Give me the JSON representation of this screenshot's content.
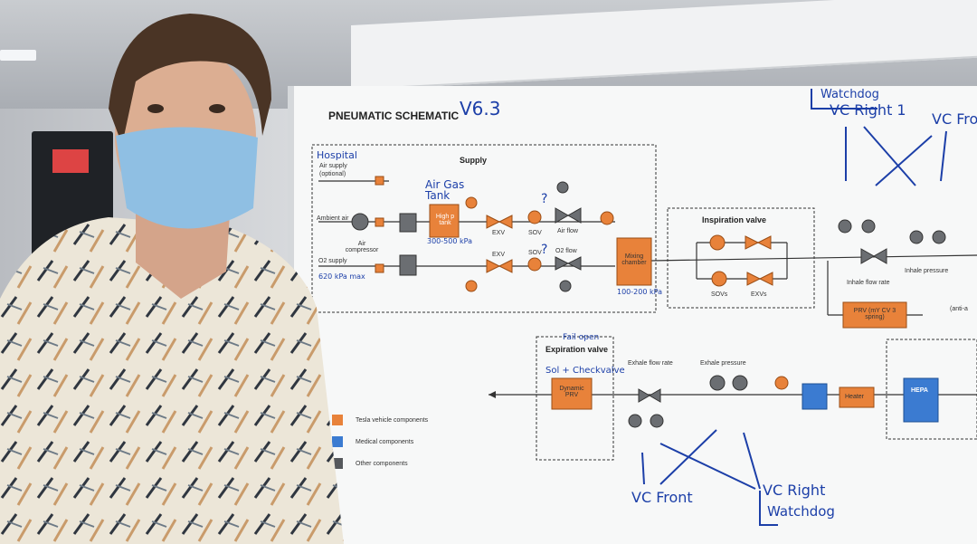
{
  "schematic": {
    "title": "PNEUMATIC SCHEMATIC",
    "version_note": "V6.3",
    "sections": {
      "supply": "Supply",
      "inspiration": "Inspiration valve",
      "expiration": "Expiration valve"
    },
    "labels": {
      "air_supply": "Air supply",
      "air_supply_sub": "(optional)",
      "ambient_air": "Ambient air",
      "air_compressor": "Air compressor",
      "o2_supply": "O2 supply",
      "high_p_tank": "High p tank",
      "exv1": "EXV",
      "sov1": "SOV",
      "air_flow": "Air flow",
      "exv2": "EXV",
      "sov2": "SOV",
      "o2_flow": "O2 flow",
      "mixing_chamber": "Mixing chamber",
      "sovs": "SOVs",
      "exvs": "EXVs",
      "inhale_flow_rate": "Inhale flow rate",
      "inhale_pressure": "Inhale pressure",
      "prv": "PRV (mY CV 3 spring)",
      "anti": "(anti-a",
      "dynamic_prv": "Dynamic PRV",
      "exhale_flow_rate": "Exhale flow rate",
      "exhale_pressure": "Exhale pressure",
      "heater": "Heater",
      "hepa": "HEPA"
    },
    "legend": [
      {
        "label": "Tesla vehicle components",
        "color": "#e8823a"
      },
      {
        "label": "Medical components",
        "color": "#3b7bd1"
      },
      {
        "label": "Other components",
        "color": "#55585c"
      }
    ],
    "handwriting": {
      "hospital": "Hospital",
      "air_gas_tank": "Air Gas Tank",
      "range_tank": "300-500 kPa",
      "o2_pressure": "620 kPa max",
      "mixing_range": "100-200 kPa",
      "watchdog_top": "Watchdog",
      "vc_right_top": "VC Right 1",
      "vc_front_top": "VC Front",
      "fail_open": "Fail open",
      "sol_checkvalve": "Sol + Checkvalve",
      "vc_front_bottom": "VC Front",
      "vc_right_bottom": "VC Right",
      "watchdog_bottom": "Watchdog",
      "q1": "?",
      "q2": "?"
    }
  },
  "colors": {
    "tesla": "#e8823a",
    "medical": "#3b7bd1",
    "other": "#55585c",
    "marker": "#1c3fa8"
  }
}
